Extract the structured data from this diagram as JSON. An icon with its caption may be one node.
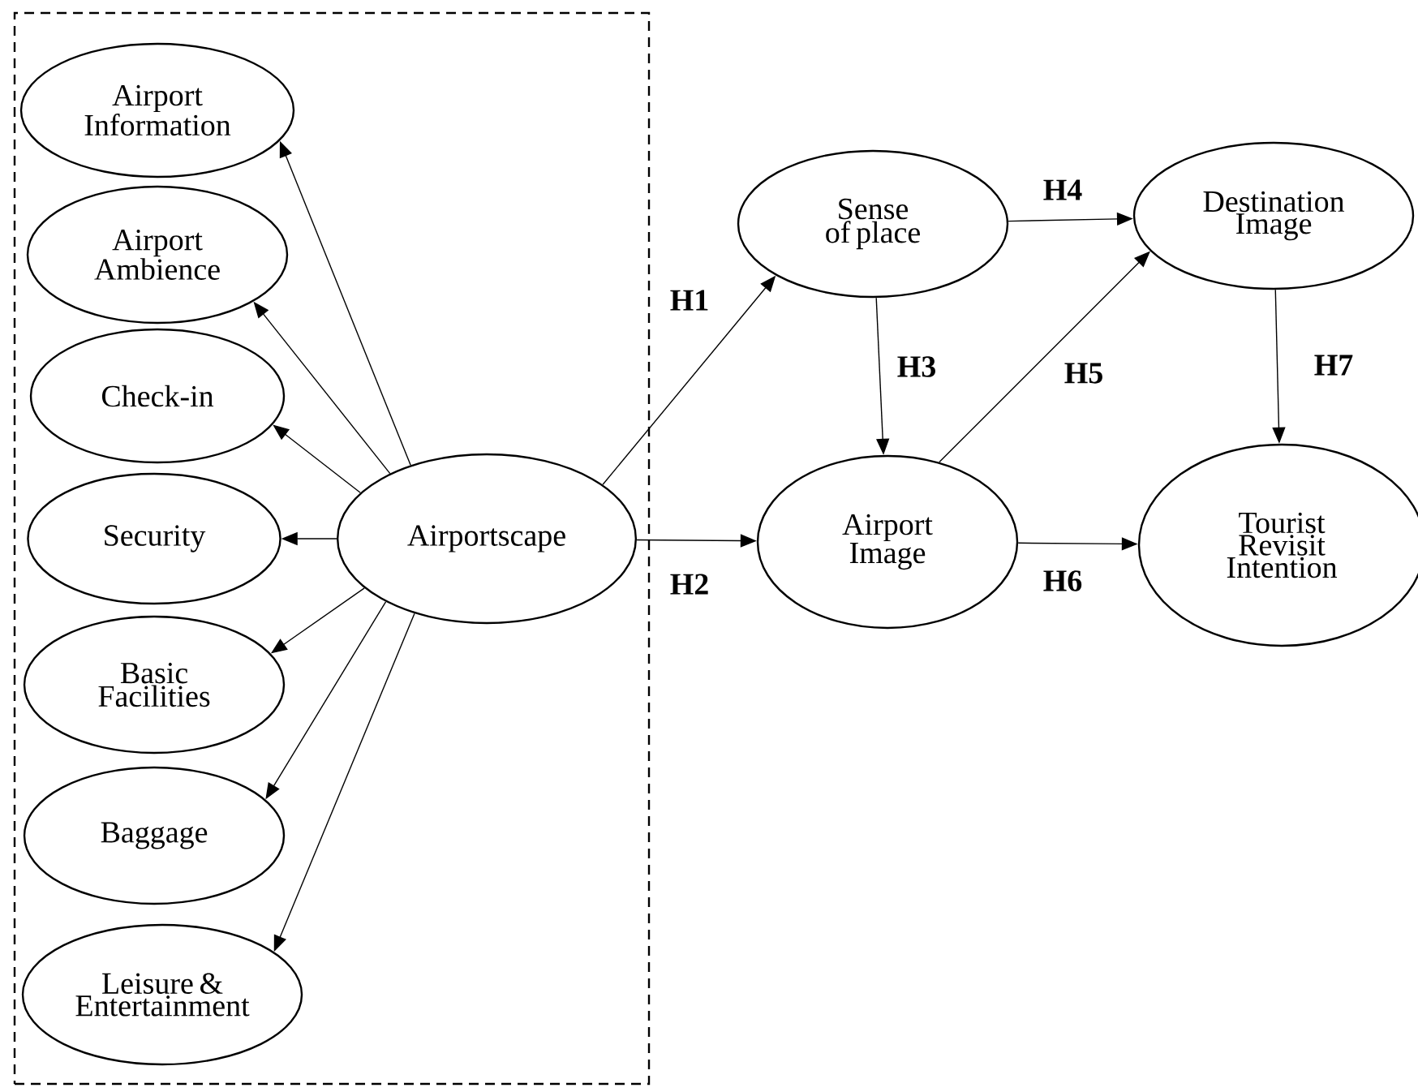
{
  "diagram": {
    "nodes": [
      {
        "text": [],
        "shape": "box"
      },
      {
        "text": [
          "Airport Information"
        ],
        "in": 0
      },
      {
        "text": [
          "Airport Ambience"
        ],
        "in": 0
      },
      {
        "text": [
          "Check-in"
        ],
        "in": 0
      },
      {
        "text": [
          "Security"
        ],
        "in": 0
      },
      {
        "text": [
          "Basic Facilities"
        ],
        "in": 0
      },
      {
        "text": [
          "Baggage"
        ],
        "in": 0
      },
      {
        "text": [
          "Leisure & Entertainment"
        ],
        "in": 0
      },
      {
        "text": [
          "Airportscape"
        ],
        "in": 0
      },
      {
        "text": [
          "Sense of place"
        ]
      },
      {
        "text": [
          "Airport Image"
        ]
      },
      {
        "text": [
          "Destination Image"
        ]
      },
      {
        "text": [
          "Tourist Revisit Intention"
        ]
      }
    ],
    "edges": [
      {
        "from": 8,
        "to": 1,
        "arrow": "to"
      },
      {
        "from": 8,
        "to": 2,
        "arrow": "to"
      },
      {
        "from": 8,
        "to": 3,
        "arrow": "to"
      },
      {
        "from": 8,
        "to": 4,
        "arrow": "to"
      },
      {
        "from": 8,
        "to": 5,
        "arrow": "to"
      },
      {
        "from": 8,
        "to": 6,
        "arrow": "to"
      },
      {
        "from": 8,
        "to": 7,
        "arrow": "to"
      },
      {
        "from": 8,
        "to": 9,
        "arrow": "to",
        "label": "H1"
      },
      {
        "from": 8,
        "to": 10,
        "arrow": "to",
        "label": "H2"
      },
      {
        "from": 9,
        "to": 10,
        "arrow": "to",
        "label": "H3"
      },
      {
        "from": 9,
        "to": 11,
        "arrow": "to",
        "label": "H4"
      },
      {
        "from": 10,
        "to": 11,
        "arrow": "to",
        "label": "H5"
      },
      {
        "from": 10,
        "to": 12,
        "arrow": "to",
        "label": "H6"
      },
      {
        "from": 11,
        "to": 12,
        "arrow": "to",
        "label": "H7"
      }
    ]
  }
}
